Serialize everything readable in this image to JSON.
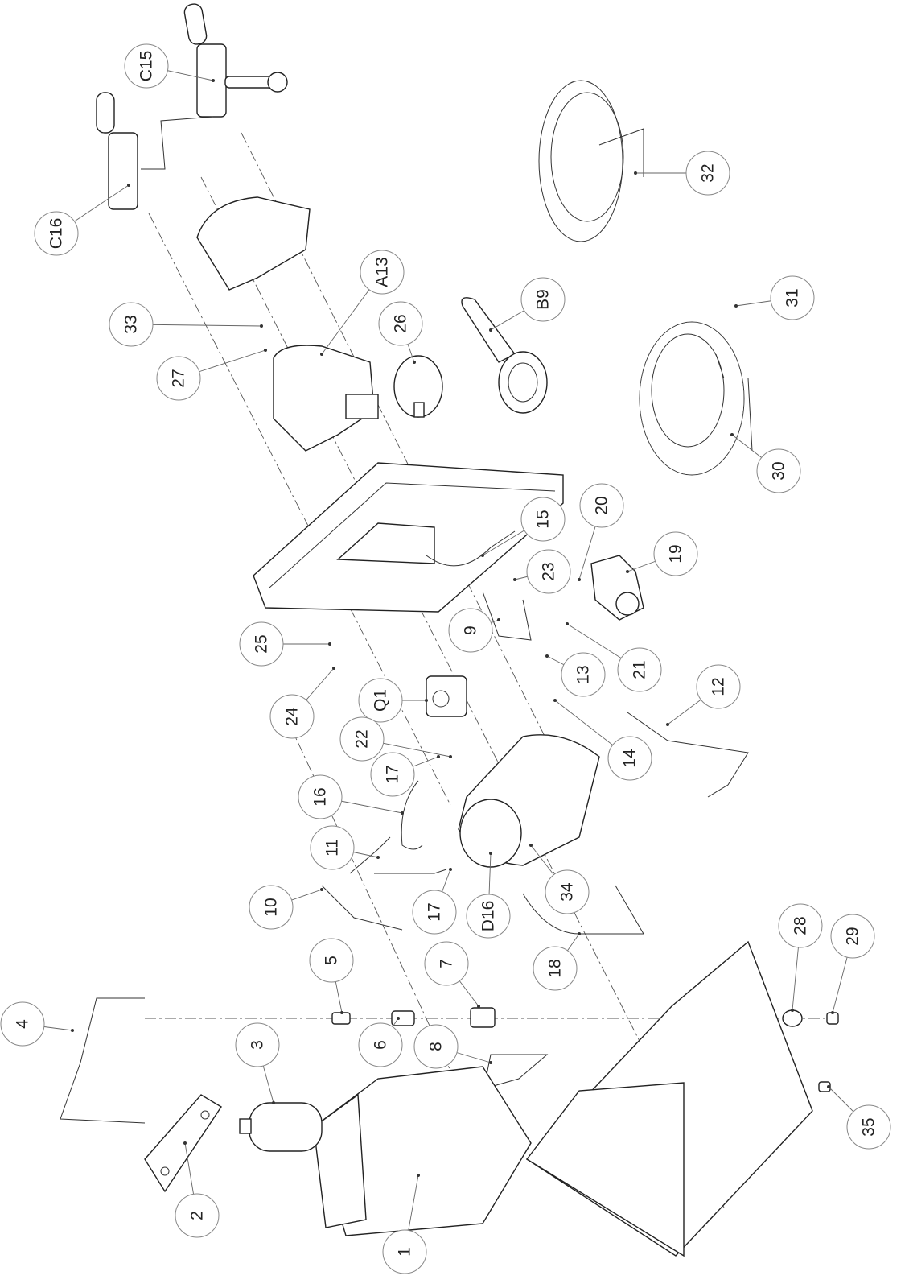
{
  "diagram": {
    "type": "exploded-parts-view",
    "callouts": [
      {
        "label": "C15"
      },
      {
        "label": "C16"
      },
      {
        "label": "32"
      },
      {
        "label": "31"
      },
      {
        "label": "B9"
      },
      {
        "label": "A13"
      },
      {
        "label": "26"
      },
      {
        "label": "33"
      },
      {
        "label": "27"
      },
      {
        "label": "30"
      },
      {
        "label": "20"
      },
      {
        "label": "15"
      },
      {
        "label": "19"
      },
      {
        "label": "23"
      },
      {
        "label": "9"
      },
      {
        "label": "25"
      },
      {
        "label": "21"
      },
      {
        "label": "13"
      },
      {
        "label": "12"
      },
      {
        "label": "Q1"
      },
      {
        "label": "24"
      },
      {
        "label": "22"
      },
      {
        "label": "14"
      },
      {
        "label": "17"
      },
      {
        "label": "16"
      },
      {
        "label": "11"
      },
      {
        "label": "34"
      },
      {
        "label": "10"
      },
      {
        "label": "17"
      },
      {
        "label": "D16"
      },
      {
        "label": "28"
      },
      {
        "label": "29"
      },
      {
        "label": "5"
      },
      {
        "label": "7"
      },
      {
        "label": "18"
      },
      {
        "label": "4"
      },
      {
        "label": "3"
      },
      {
        "label": "6"
      },
      {
        "label": "8"
      },
      {
        "label": "35"
      },
      {
        "label": "2"
      },
      {
        "label": "1"
      }
    ]
  }
}
